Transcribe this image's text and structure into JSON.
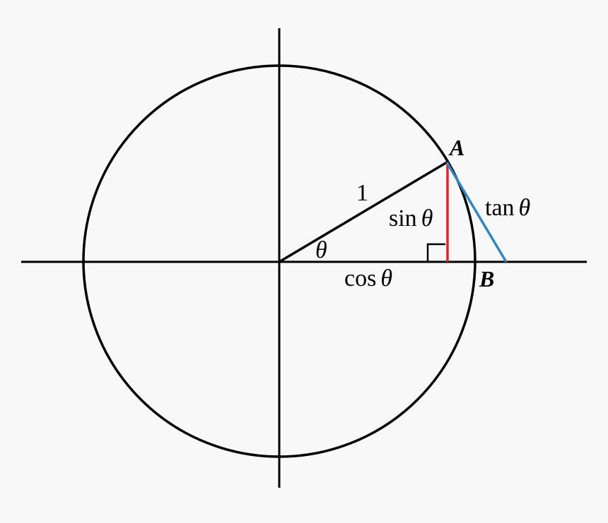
{
  "labels": {
    "point_a": "A",
    "point_b": "B",
    "radius": "1",
    "angle": "θ",
    "sin_fn": "sin",
    "cos_fn": "cos",
    "tan_fn": "tan",
    "theta": "θ"
  },
  "colors": {
    "background": "#f8f8f8",
    "sin_segment": "#e0242b",
    "tan_segment": "#2f86c4",
    "lines": "#000000"
  }
}
